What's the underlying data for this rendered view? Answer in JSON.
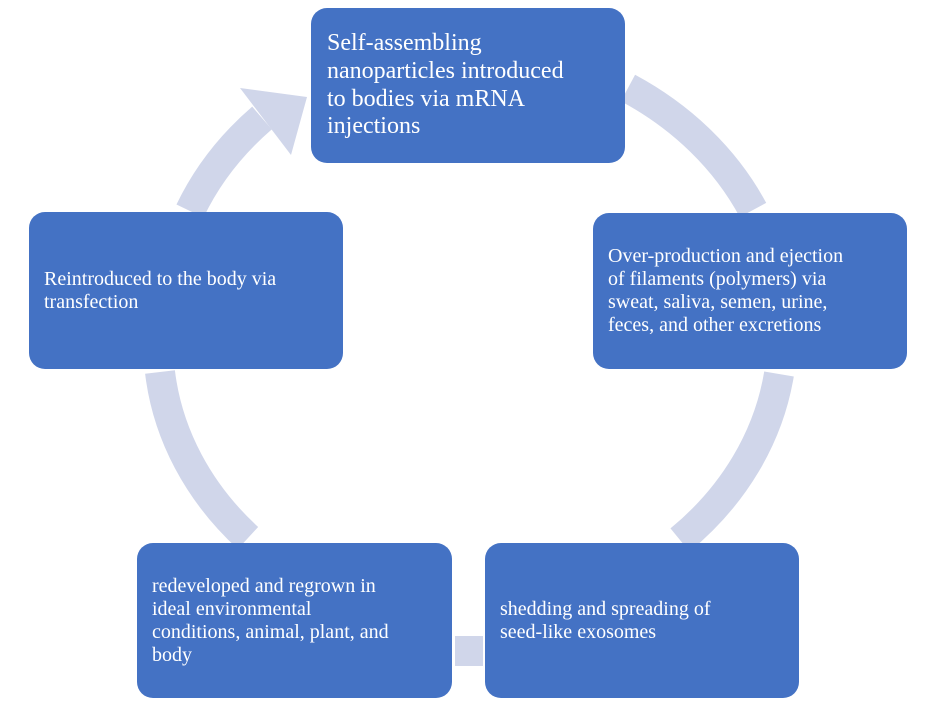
{
  "colors": {
    "node_fill": "#4472c4",
    "node_text": "#ffffff",
    "cycle_arrow": "#d0d6ea"
  },
  "cycle": {
    "nodes": [
      {
        "id": "top",
        "lines": [
          "Self-assembling",
          "nanoparticles introduced",
          "to bodies via mRNA",
          "injections"
        ]
      },
      {
        "id": "right",
        "lines": [
          "Over-production and ejection",
          "of filaments (polymers) via",
          "sweat, saliva, semen, urine,",
          "feces, and other excretions"
        ]
      },
      {
        "id": "br",
        "lines": [
          "shedding and spreading of",
          "seed-like exosomes"
        ]
      },
      {
        "id": "bl",
        "lines": [
          "redeveloped and regrown in",
          "ideal environmental",
          "conditions, animal, plant, and",
          "body"
        ]
      },
      {
        "id": "left",
        "lines": [
          "Reintroduced to the body via",
          "transfection"
        ]
      }
    ]
  }
}
